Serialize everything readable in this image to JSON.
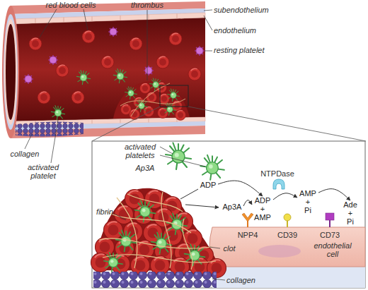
{
  "diagram": {
    "nodes": [
      {
        "text": [
          "ADP"
        ]
      },
      {
        "text": [
          "Ap3A"
        ]
      },
      {
        "text": [
          "ADP + AMP"
        ]
      },
      {
        "text": [
          "AMP + Pi"
        ]
      },
      {
        "text": [
          "Ade + Pi"
        ]
      }
    ],
    "edges": [
      {
        "from": 0,
        "to": 2,
        "arrow": "to"
      },
      {
        "from": 1,
        "to": 2,
        "arrow": "to"
      },
      {
        "from": 2,
        "to": 3,
        "arrow": "to"
      },
      {
        "from": 3,
        "to": 4,
        "arrow": "to"
      }
    ],
    "labels": [
      "red blood cells",
      "thrombus",
      "subendothelium",
      "endothelium",
      "resting platelet",
      "collagen",
      "activated platelet",
      "activated platelets",
      "Ap3A",
      "NTPDase",
      "fibrin",
      "NPP4",
      "CD39",
      "CD73",
      "endothelial cell",
      "collagen",
      "clot"
    ]
  }
}
